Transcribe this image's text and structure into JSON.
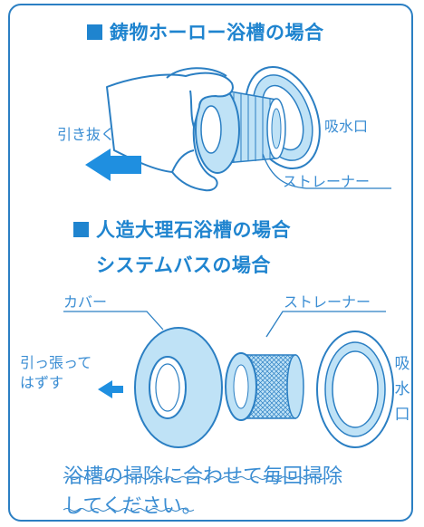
{
  "section1": {
    "heading": "鋳物ホーロー浴槽の場合",
    "label_inlet": "吸水口",
    "label_pull": "引き抜く",
    "label_strainer": "ストレーナー"
  },
  "section2": {
    "heading_line1": "人造大理石浴槽の場合",
    "heading_line2": "システムバスの場合",
    "label_cover": "カバー",
    "label_strainer": "ストレーナー",
    "label_pull_line1": "引っ張って",
    "label_pull_line2": "はずす",
    "label_inlet_chars": [
      "吸",
      "水",
      "口"
    ]
  },
  "note": {
    "line1": "浴槽の掃除に合わせて毎回掃除",
    "line2": "してください。"
  },
  "colors": {
    "frame": "#2b7fc3",
    "heading": "#1f84cf",
    "text": "#3a8dd3",
    "part_fill": "#bfe2f6",
    "arrow": "#1f8fe0"
  }
}
